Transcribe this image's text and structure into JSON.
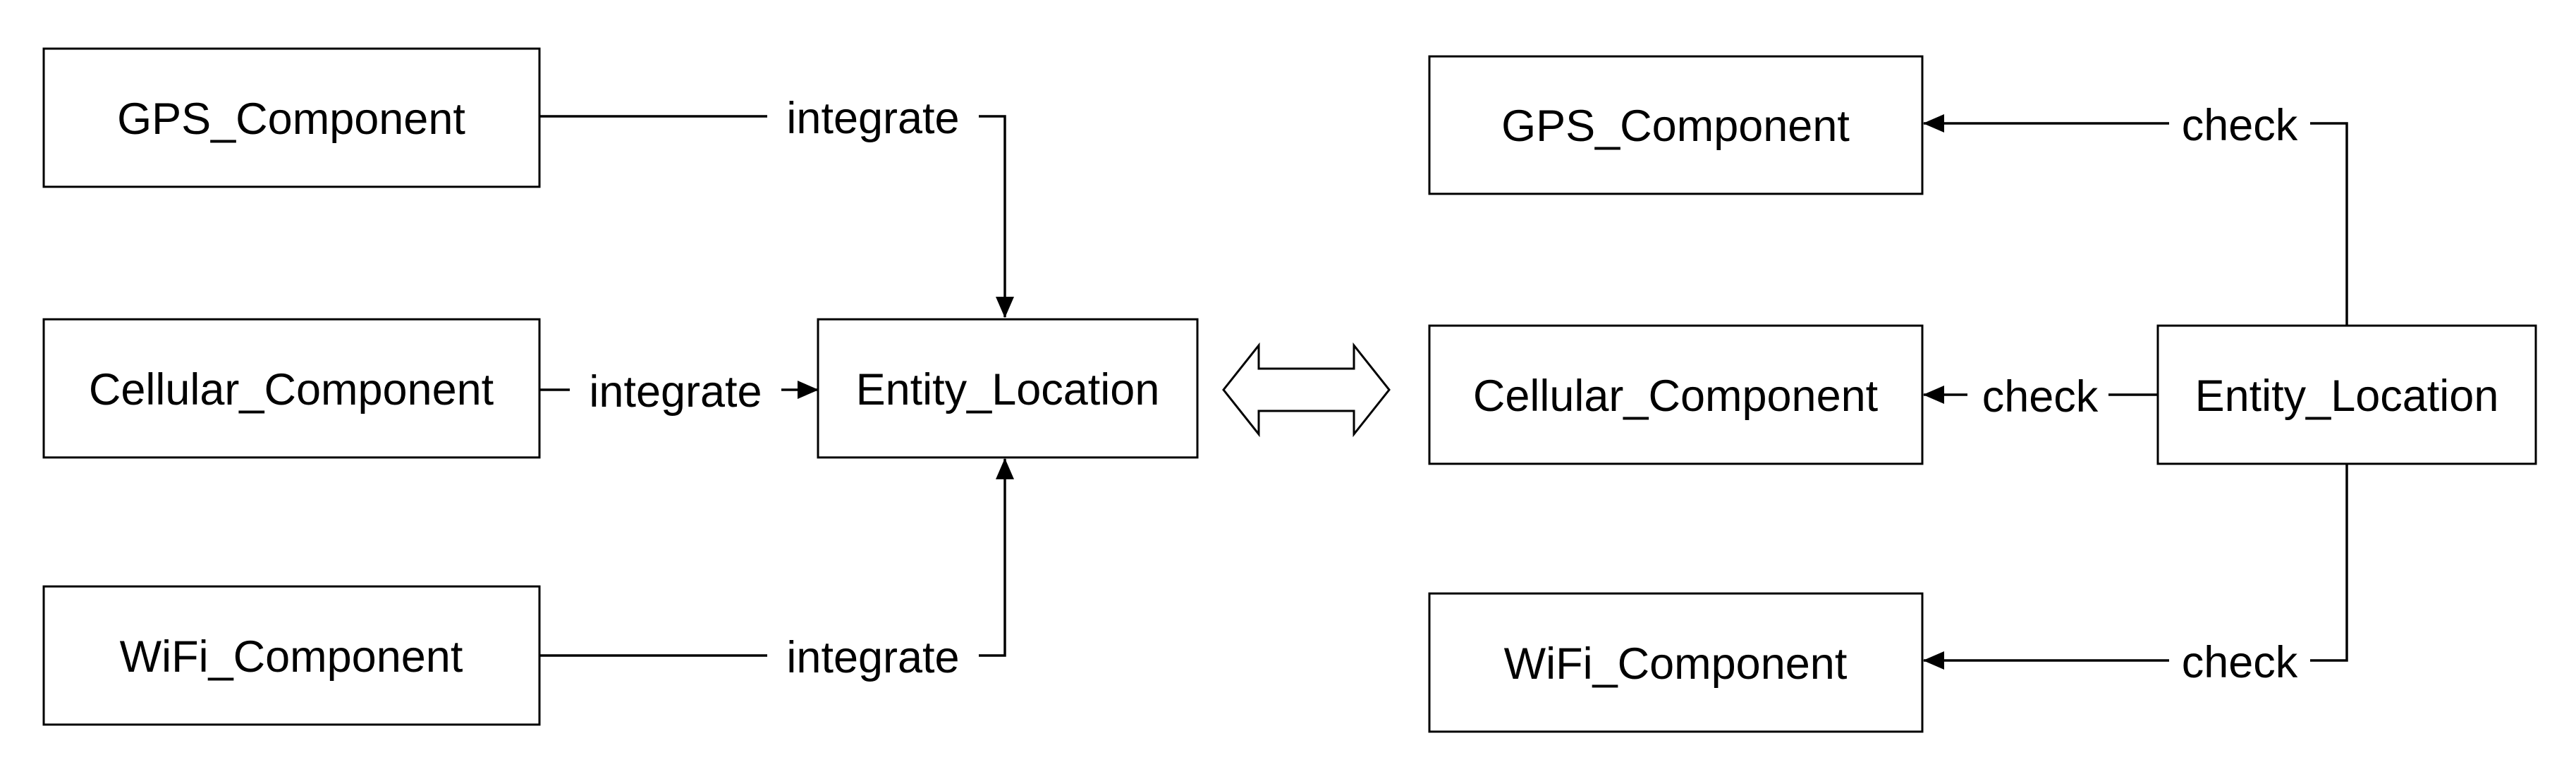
{
  "left_panel": {
    "gps_component": "GPS_Component",
    "cellular_component": "Cellular_Component",
    "wifi_component": "WiFi_Component",
    "entity_location": "Entity_Location",
    "edge_gps": "integrate",
    "edge_cellular": "integrate",
    "edge_wifi": "integrate"
  },
  "equivalence_icon": "double-headed-arrow-icon",
  "right_panel": {
    "gps_component": "GPS_Component",
    "cellular_component": "Cellular_Component",
    "wifi_component": "WiFi_Component",
    "entity_location": "Entity_Location",
    "edge_gps": "check",
    "edge_cellular": "check",
    "edge_wifi": "check"
  }
}
